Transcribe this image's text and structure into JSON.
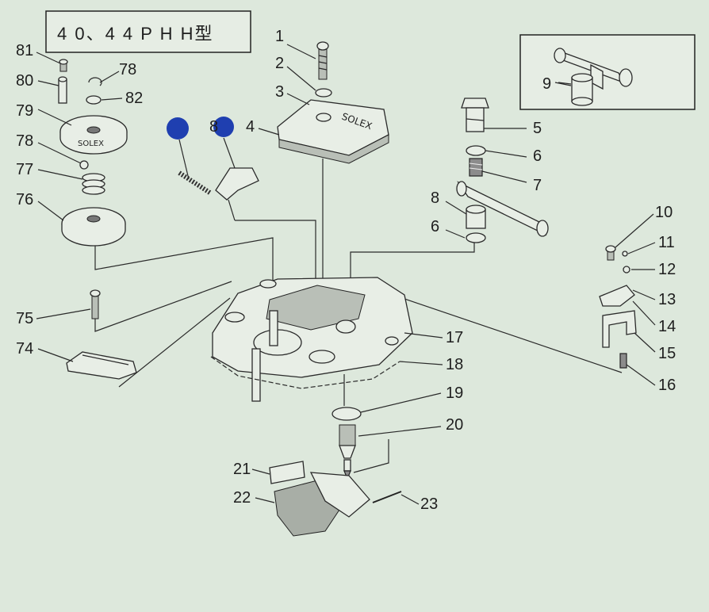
{
  "title": "4 0、4 4 P H H型",
  "labels": {
    "p1": "1",
    "p2": "2",
    "p3": "3",
    "p4": "4",
    "p5": "5",
    "p6a": "6",
    "p6b": "6",
    "p7": "7",
    "p8a": "8",
    "p8b": "8",
    "p9": "9",
    "p10": "10",
    "p11": "11",
    "p12": "12",
    "p13": "13",
    "p14": "14",
    "p15": "15",
    "p16": "16",
    "p17": "17",
    "p18": "18",
    "p19": "19",
    "p20": "20",
    "p21": "21",
    "p22": "22",
    "p23": "23",
    "p74": "74",
    "p75": "75",
    "p76": "76",
    "p77": "77",
    "p78a": "78",
    "p78b": "78",
    "p79": "79",
    "p80": "80",
    "p81": "81",
    "p82": "82"
  },
  "engraved_text": {
    "cover": "SOLEX",
    "cap": "SOLEX"
  },
  "colors": {
    "background": "#dde8dc",
    "ink": "#2a2a2a",
    "highlight": "#1f3fb0"
  }
}
